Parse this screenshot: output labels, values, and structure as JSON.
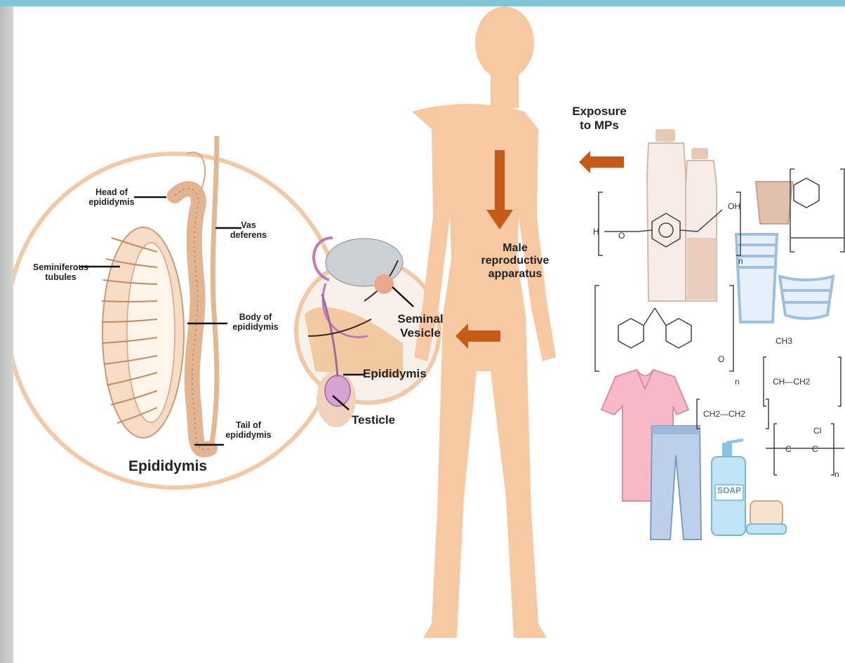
{
  "colors": {
    "frame_accent": "#7fc4d6",
    "body_skin": "#f6c9a2",
    "circle_border": "#f3c8a4",
    "arrow": "#c85a17",
    "epididymis_tissue": "#f0c9a7"
  },
  "epididymis_panel": {
    "title": "Epididymis",
    "labels": {
      "head": "Head of epididymis",
      "vas_deferens": "Vas deferens",
      "seminiferous_tubules": "Seminiferous tubules",
      "body": "Body of epididymis",
      "tail": "Tail of epididymis"
    }
  },
  "reproductive_panel": {
    "labels": {
      "seminal_vesicle": "Seminal Vesicle",
      "epididymis": "Epididymis",
      "testicle": "Testicle"
    }
  },
  "center": {
    "organ_label": "Male reproductive apparatus"
  },
  "exposure": {
    "label": "Exposure to MPs"
  },
  "chemistry": {
    "oh": "OH",
    "h": "H",
    "ch3": "CH3",
    "ch_ch2": "CH—CH2",
    "ch2_ch2": "CH2—CH2",
    "cl": "Cl",
    "c": "C",
    "o": "O",
    "n": "n"
  },
  "products": {
    "soap": "SOAP"
  }
}
